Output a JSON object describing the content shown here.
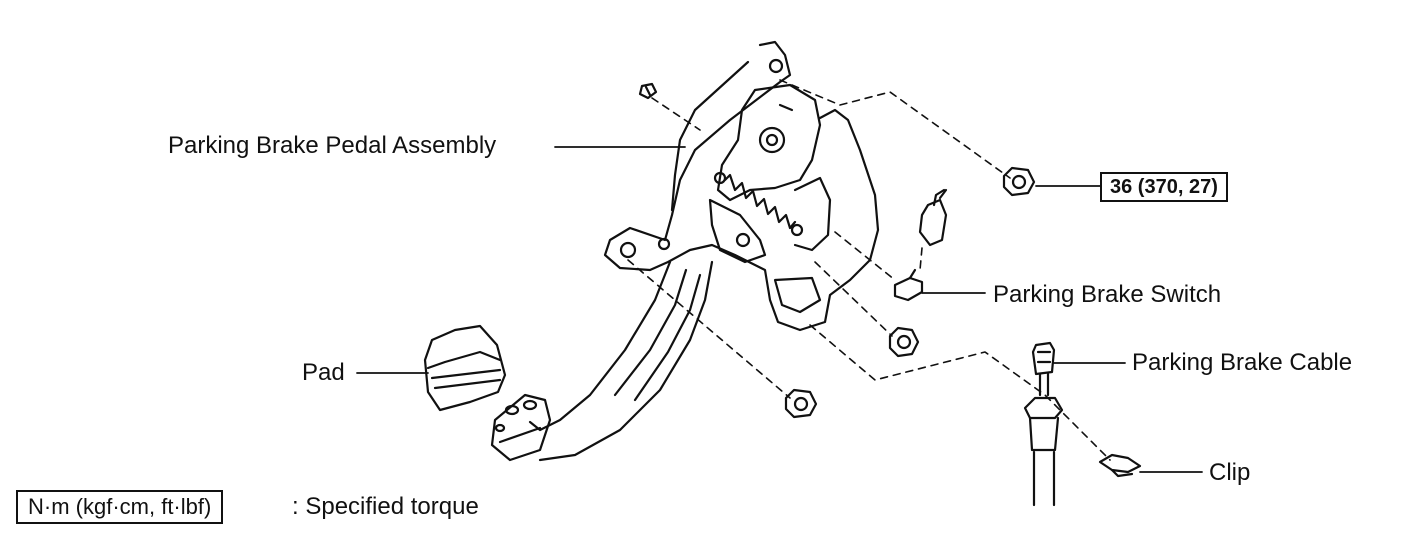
{
  "labels": {
    "pedal_assembly": "Parking Brake Pedal Assembly",
    "pad": "Pad",
    "switch": "Parking Brake Switch",
    "cable": "Parking Brake Cable",
    "clip": "Clip"
  },
  "torque": {
    "nut_spec": "36 (370, 27)"
  },
  "legend": {
    "unit_box": "N·m (kgf·cm, ft·lbf)",
    "description": ": Specified torque"
  }
}
